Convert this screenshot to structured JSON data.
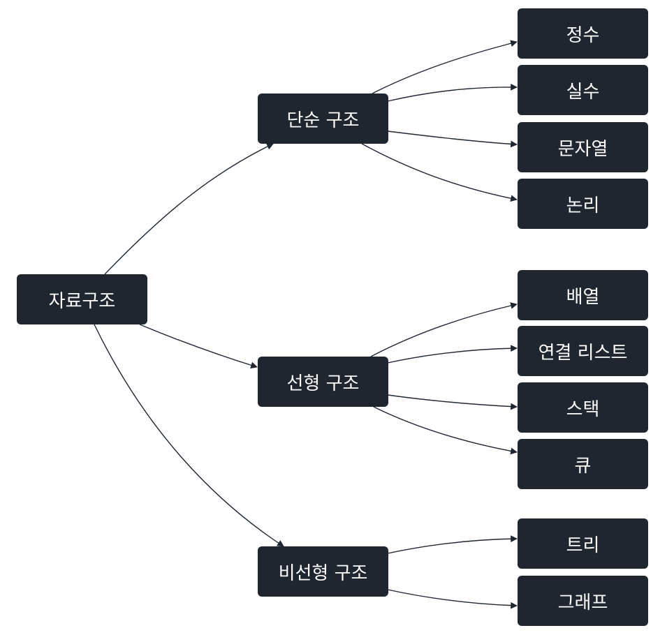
{
  "colors": {
    "node_fill": "#1f2630",
    "node_text": "#ffffff",
    "edge": "#1f2630",
    "background": "#ffffff"
  },
  "root": {
    "label": "자료구조"
  },
  "branches": [
    {
      "label": "단순 구조",
      "children": [
        "정수",
        "실수",
        "문자열",
        "논리"
      ]
    },
    {
      "label": "선형 구조",
      "children": [
        "배열",
        "연결 리스트",
        "스택",
        "큐"
      ]
    },
    {
      "label": "비선형 구조",
      "children": [
        "트리",
        "그래프"
      ]
    }
  ]
}
